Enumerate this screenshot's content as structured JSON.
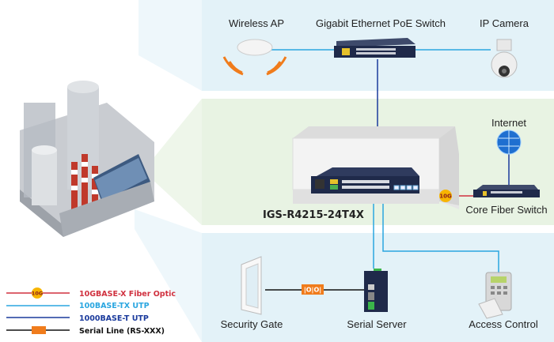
{
  "devices": {
    "wireless_ap": "Wireless AP",
    "poe_switch": "Gigabit Ethernet PoE Switch",
    "ip_camera": "IP Camera",
    "internet": "Internet",
    "core_switch": "Core Fiber Switch",
    "main_switch_model": "IGS-R4215-24T4X",
    "security_gate": "Security Gate",
    "serial_server": "Serial Server",
    "access_control": "Access Control"
  },
  "badges": {
    "fiber": "10G",
    "serial": "|O|O|"
  },
  "legend": [
    {
      "label": "10GBASE-X Fiber Optic",
      "color": "#d0313f"
    },
    {
      "label": "100BASE-TX UTP",
      "color": "#2aa6e0"
    },
    {
      "label": "1000BASE-T UTP",
      "color": "#1a3a9c"
    },
    {
      "label": "Serial Line (RS-XXX)",
      "color": "#111111"
    }
  ],
  "colors": {
    "top_panel": "#e3f2f8",
    "mid_panel": "#e8f3e3",
    "bottom_panel": "#e3f2f8",
    "badge_fiber": "#f7b500",
    "badge_serial": "#f07c1c"
  }
}
